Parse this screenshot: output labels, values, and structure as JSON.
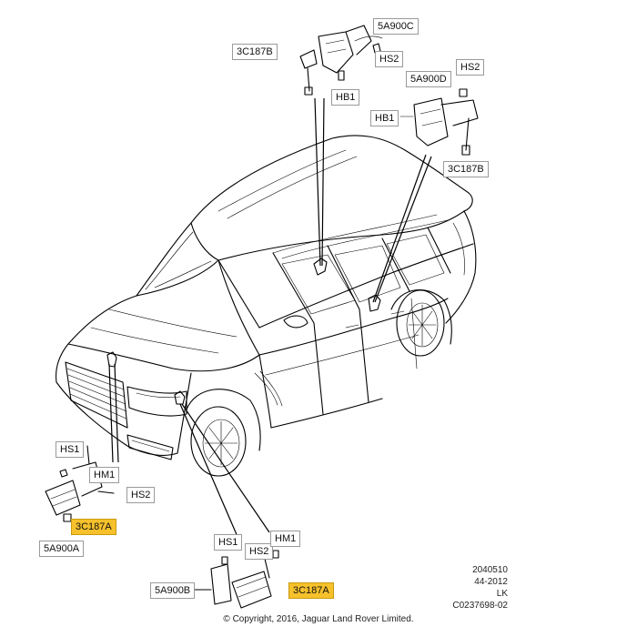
{
  "labels": {
    "tr_3c187b": "3C187B",
    "tr_5a900c": "5A900C",
    "tr_hs2": "HS2",
    "tr_hb1": "HB1",
    "rr_hs2": "HS2",
    "rr_5a900d": "5A900D",
    "rr_hb1": "HB1",
    "rr_3c187b": "3C187B",
    "fl_hs1": "HS1",
    "fl_hm1": "HM1",
    "fl_hs2": "HS2",
    "fl_3c187a": "3C187A",
    "fl_5a900a": "5A900A",
    "fr_hs1": "HS1",
    "fr_hs2": "HS2",
    "fr_hm1": "HM1",
    "fr_5a900b": "5A900B",
    "fr_3c187a": "3C187A"
  },
  "reference": {
    "line1": "2040510",
    "line2": "44-2012",
    "line3": "LK",
    "line4": "C0237698-02"
  },
  "copyright": "© Copyright, 2016, Jaguar Land Rover Limited.",
  "colors": {
    "highlight": "#f6c12b",
    "label_border": "#9a9a9a",
    "line": "#000000",
    "background": "#ffffff"
  }
}
